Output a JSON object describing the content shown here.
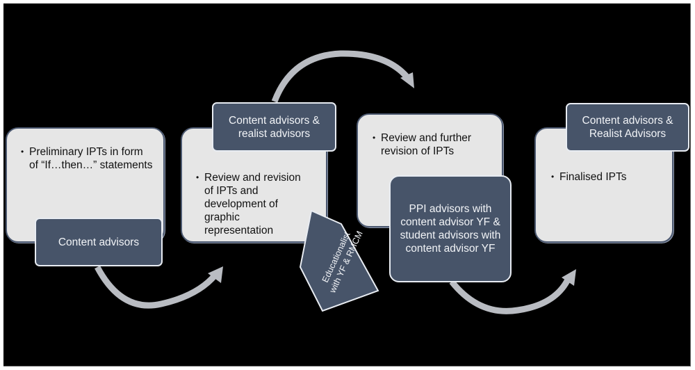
{
  "diagram": {
    "title": "",
    "colors": {
      "background": "#000000",
      "step_fill": "#e6e6e6",
      "role_fill": "#475469",
      "role_border": "#e8ecf2",
      "arrow": "#b9bcc2",
      "step_text": "#111111",
      "role_text": "#f2f4f7"
    },
    "steps": [
      {
        "id": "step-1",
        "bullet": "•",
        "text": "Preliminary IPTs in form of “If…then…” statements",
        "role": "Content advisors"
      },
      {
        "id": "step-2",
        "bullet": "•",
        "text": "Review and revision of  IPTs and development of graphic representation",
        "role": "Content advisors & realist advisors",
        "tag": "Educationalist with YF & RMCM"
      },
      {
        "id": "step-3",
        "bullet": "•",
        "text": "Review and further revision of IPTs",
        "role": "PPI advisors with content advisor YF & student advisors with content advisor YF"
      },
      {
        "id": "step-4",
        "bullet": "•",
        "text": "Finalised IPTs",
        "role": "Content advisors & Realist Advisors"
      }
    ],
    "connectors": [
      {
        "from": "step-1",
        "to": "step-2",
        "icon": "curved-arrow-icon"
      },
      {
        "from": "step-2",
        "to": "step-3",
        "icon": "curved-arrow-icon"
      },
      {
        "from": "step-3",
        "to": "step-4",
        "icon": "curved-arrow-icon"
      }
    ]
  }
}
